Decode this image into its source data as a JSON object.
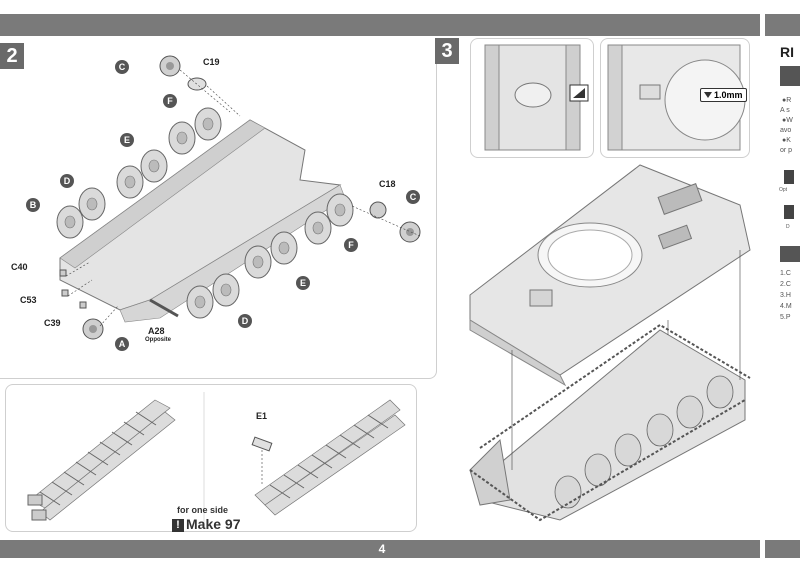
{
  "page_number": "4",
  "step2": {
    "number": "2",
    "parts": {
      "c19": "C19",
      "c18": "C18",
      "c40": "C40",
      "c53": "C53",
      "c39": "C39",
      "a28": "A28",
      "a28_note": "Opposite"
    },
    "callouts": [
      "C",
      "F",
      "E",
      "D",
      "B",
      "C",
      "F",
      "E",
      "D",
      "A"
    ]
  },
  "tracks": {
    "e1": "E1",
    "for_one_side": "for one side",
    "make_icon": "!",
    "make_label": "Make 97"
  },
  "step3": {
    "number": "3",
    "thickness": "1.0mm"
  },
  "next_page_edge": {
    "title": "RI",
    "bullets": [
      "●R",
      "A s",
      "●W",
      "avo",
      "●K",
      "or p"
    ],
    "icon_captions": [
      "Opt",
      "D"
    ],
    "list": [
      "1.C",
      "2.C",
      "3.H",
      "4.M",
      "5.P"
    ]
  }
}
